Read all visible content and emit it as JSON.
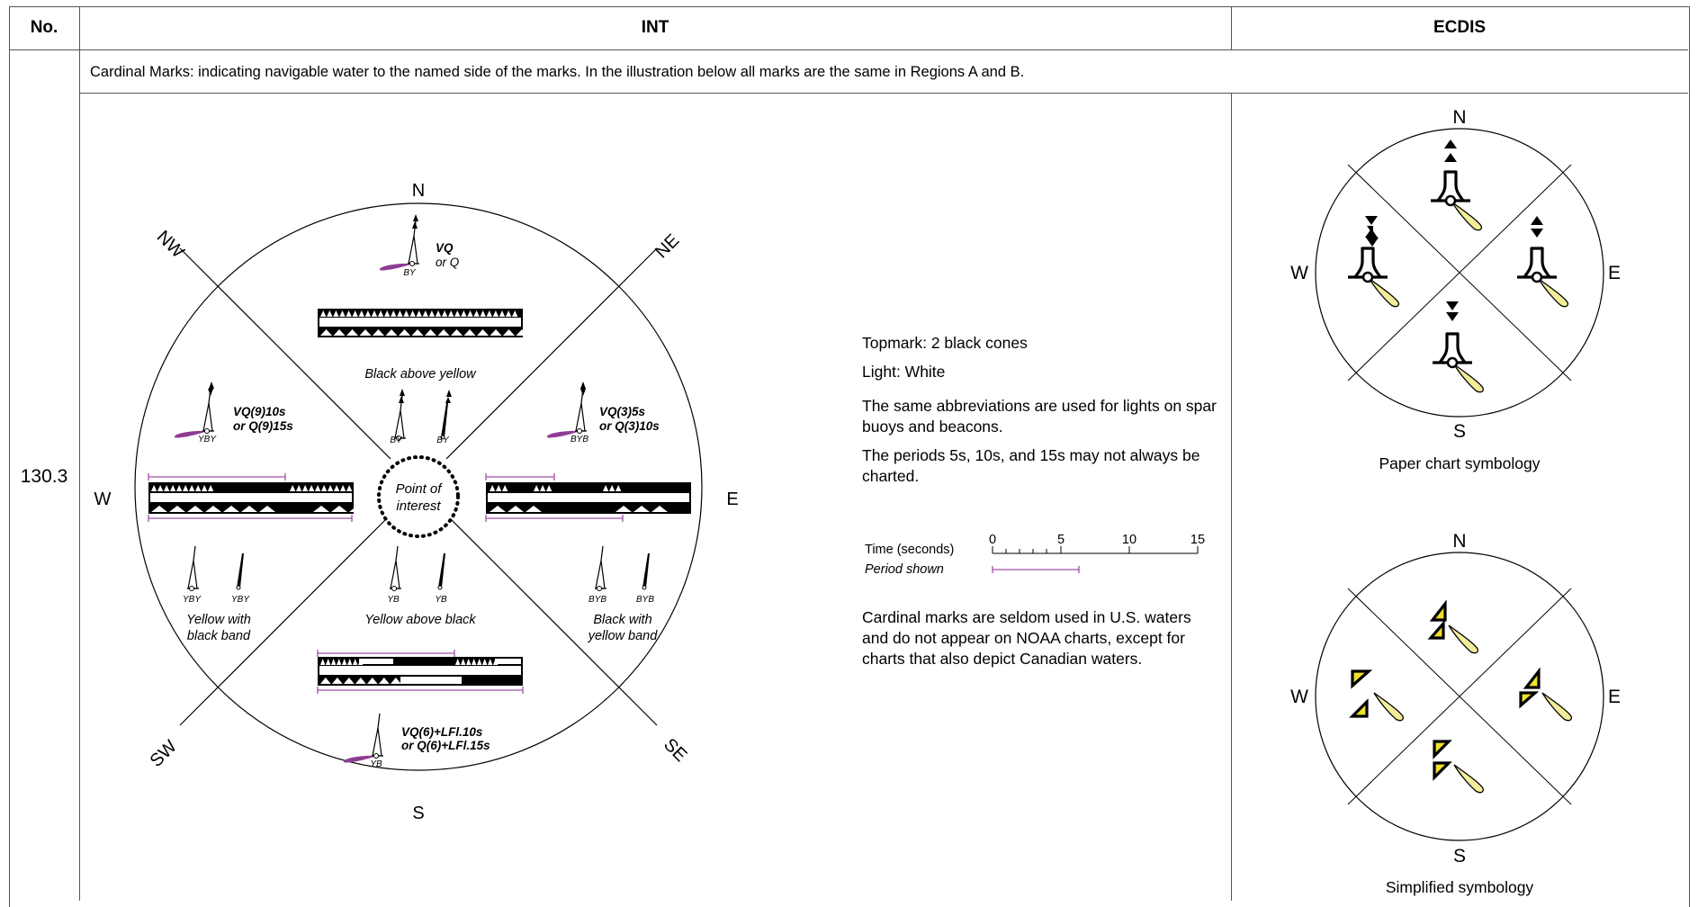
{
  "header": {
    "no": "No.",
    "int": "INT",
    "ecdis": "ECDIS"
  },
  "row": {
    "number": "130.3",
    "description": "Cardinal Marks: indicating navigable water to the named side of the marks. In the illustration below all marks are the same in Regions A and B."
  },
  "compass": {
    "n": "N",
    "s": "S",
    "e": "E",
    "w": "W",
    "ne": "NE",
    "nw": "NW",
    "se": "SE",
    "sw": "SW",
    "center": [
      "Point of",
      "interest"
    ]
  },
  "marks": {
    "north": {
      "light": [
        "VQ",
        "or Q"
      ],
      "color_code": "BY",
      "caption": "Black above yellow"
    },
    "east": {
      "light": [
        "VQ(3)5s",
        "or Q(3)10s"
      ],
      "color_code": "BYB",
      "caption": [
        "Black with",
        "yellow band"
      ]
    },
    "south": {
      "light": [
        "VQ(6)+LFl.10s",
        "or Q(6)+LFl.15s"
      ],
      "color_code": "YB",
      "caption": "Yellow above black"
    },
    "west": {
      "light": [
        "VQ(9)10s",
        "or Q(9)15s"
      ],
      "color_code": "YBY",
      "caption": [
        "Yellow with",
        "black band"
      ]
    }
  },
  "notes": {
    "topmark": "Topmark: 2 black cones",
    "light": "Light: White",
    "abbrev": "The same abbreviations are used for lights on spar buoys and beacons.",
    "periods": "The periods 5s, 10s, and 15s may not always be charted.",
    "noaa": "Cardinal marks are seldom used in U.S. waters and do not appear on NOAA charts, except for charts that also depict Canadian waters."
  },
  "time_scale": {
    "label": "Time (seconds)",
    "period_label": "Period shown",
    "ticks": [
      "0",
      "5",
      "10",
      "15"
    ]
  },
  "ecdis": {
    "paper": {
      "n": "N",
      "s": "S",
      "e": "E",
      "w": "W",
      "caption": "Paper chart symbology"
    },
    "simplified": {
      "n": "N",
      "s": "S",
      "e": "E",
      "w": "W",
      "caption": "Simplified symbology"
    }
  },
  "colors": {
    "light_flare": "#8e3c93",
    "period_line": "#a04fa8",
    "ecdis_flare": "#f3ec9b",
    "ecdis_yellow": "#f0e02c"
  }
}
